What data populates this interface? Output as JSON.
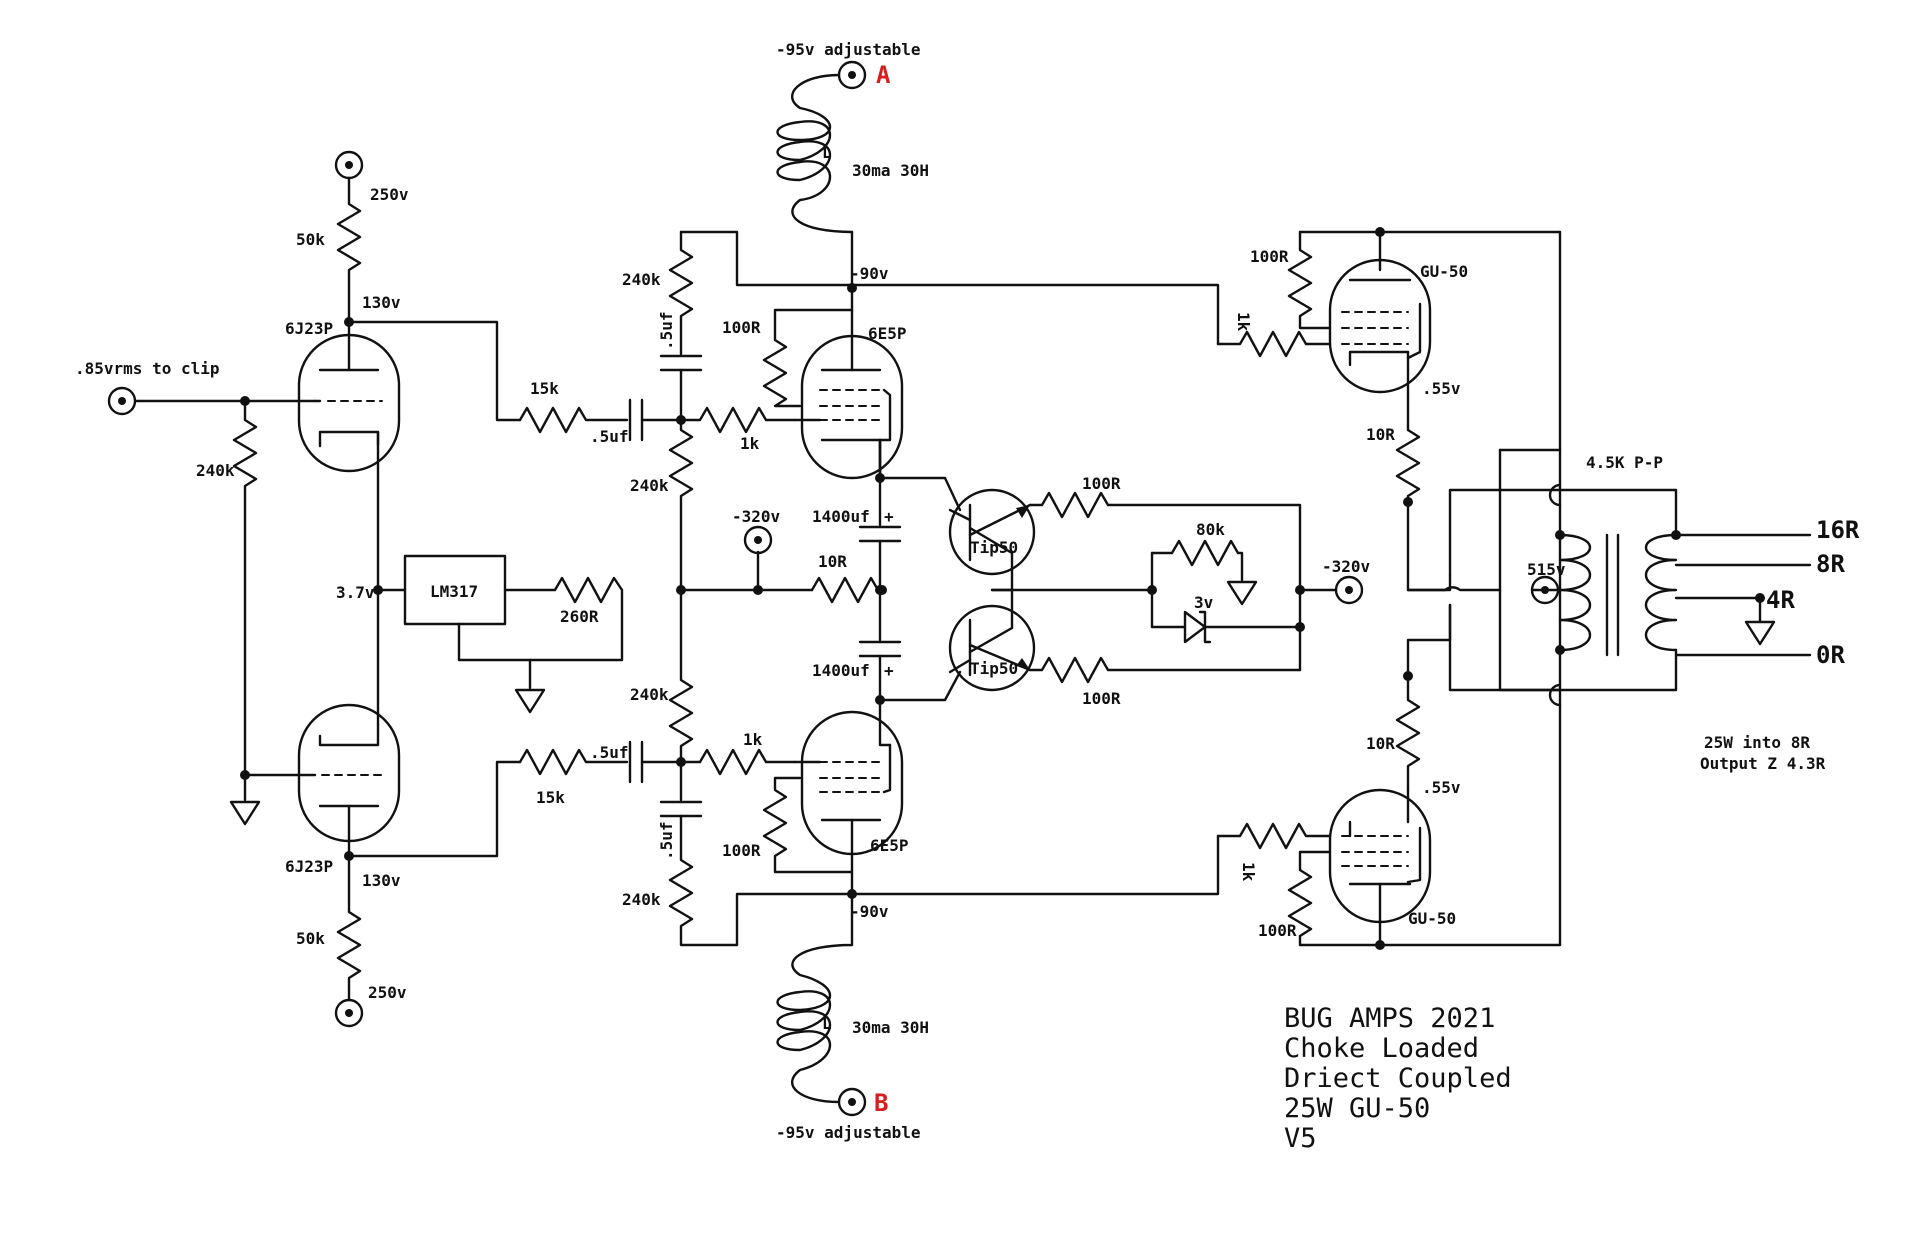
{
  "title_block": {
    "line1": "BUG AMPS 2021",
    "line2": "Choke Loaded",
    "line3": "Driect Coupled",
    "line4": "25W GU-50",
    "line5": "V5"
  },
  "notes": {
    "power": "25W into 8R",
    "output_z": "Output Z 4.3R"
  },
  "labels": {
    "input": ".85vrms to clip",
    "b250_top": "250v",
    "b250_bot": "250v",
    "r50k_top": "50k",
    "r50k_bot": "50k",
    "v130_top": "130v",
    "v130_bot": "130v",
    "tube_6j23p_top": "6J23P",
    "tube_6j23p_bot": "6J23P",
    "r240k_in": "240k",
    "v3_7": "3.7v",
    "lm317": "LM317",
    "r260": "260R",
    "r15k_top": "15k",
    "r15k_bot": "15k",
    "c5uf_top": ".5uf",
    "c5uf_bot": ".5uf",
    "c5uf_vt": ".5uf",
    "c5uf_vb": ".5uf",
    "r240k_1": "240k",
    "r240k_2": "240k",
    "r240k_3": "240k",
    "r240k_4": "240k",
    "r1k_gt": "1k",
    "r1k_gb": "1k",
    "r100_gt": "100R",
    "r100_gb": "100R",
    "tube_6e5p_top": "6E5P",
    "tube_6e5p_bot": "6E5P",
    "neg95_top": "-95v adjustable",
    "neg95_bot": "-95v adjustable",
    "term_a": "A",
    "term_b": "B",
    "choke_l_top": "L",
    "choke_l_bot": "L",
    "choke_spec_top": "30ma 30H",
    "choke_spec_bot": "30ma 30H",
    "neg90_top": "-90v",
    "neg90_bot": "-90v",
    "neg320_left": "-320v",
    "neg320_right": "-320v",
    "c1400_top": "1400uf",
    "c1400_bot": "1400uf",
    "plus_top": "+",
    "plus_bot": "+",
    "r10_mid": "10R",
    "tip50_top": "Tip50",
    "tip50_bot": "Tip50",
    "r100_e_top": "100R",
    "r100_e_bot": "100R",
    "r80k": "80k",
    "z3v": "3v",
    "r100_pt": "100R",
    "r100_pb": "100R",
    "r1k_pt": "1k",
    "r1k_pb": "1k",
    "gu50_top": "GU-50",
    "gu50_bot": "GU-50",
    "v55_top": ".55v",
    "v55_bot": ".55v",
    "r10_ct": "10R",
    "r10_cb": "10R",
    "xfmr": "4.5K P-P",
    "v515": "515v",
    "tap16": "16R",
    "tap8": "8R",
    "tap4": "4R",
    "tap0": "0R"
  }
}
